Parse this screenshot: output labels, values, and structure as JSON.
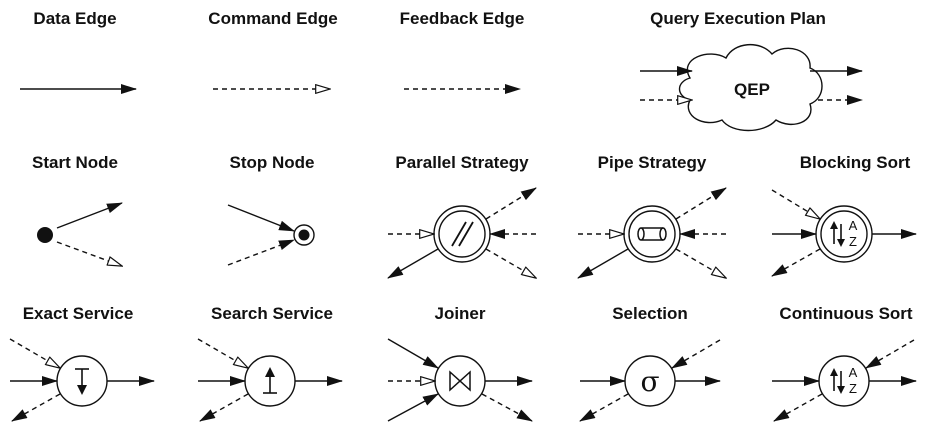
{
  "legend": {
    "data_edge": "Data Edge",
    "command_edge": "Command Edge",
    "feedback_edge": "Feedback Edge",
    "query_execution_plan": "Query Execution Plan",
    "qep": "QEP",
    "start_node": "Start Node",
    "stop_node": "Stop Node",
    "parallel_strategy": "Parallel Strategy",
    "pipe_strategy": "Pipe Strategy",
    "blocking_sort": "Blocking Sort",
    "exact_service": "Exact Service",
    "search_service": "Search Service",
    "joiner": "Joiner",
    "selection": "Selection",
    "continuous_sort": "Continuous Sort",
    "sort_a": "A",
    "sort_z": "Z",
    "sigma": "σ"
  }
}
